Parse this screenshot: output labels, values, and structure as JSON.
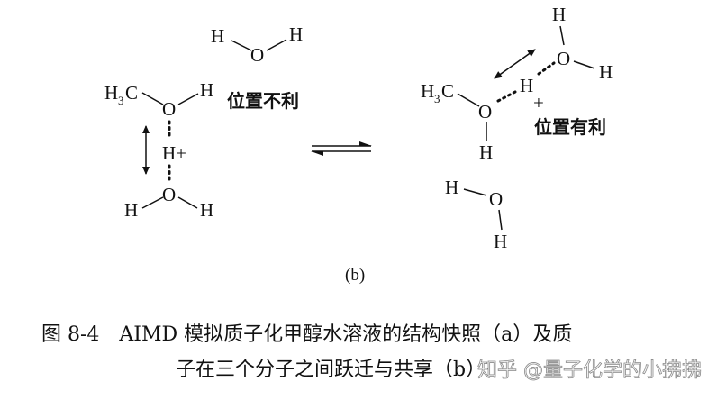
{
  "figure": {
    "panel_label": "(b)",
    "left_state": {
      "label": "位置不利",
      "top_water": {
        "h1": "H",
        "o": "O",
        "h2": "H"
      },
      "methanol": {
        "ch3": "H",
        "ch3_sub": "3",
        "ch3_c": "C",
        "o": "O",
        "h": "H"
      },
      "proton": "H+",
      "bottom_water": {
        "h1": "H",
        "o": "O",
        "h2": "H"
      }
    },
    "equilibrium_symbol": "⇌",
    "right_state": {
      "label": "位置有利",
      "top_water": {
        "h1": "H",
        "o": "O",
        "h2": "H"
      },
      "methanol": {
        "ch3": "H",
        "ch3_sub": "3",
        "ch3_c": "C",
        "o": "O",
        "h": "H"
      },
      "proton_h": "H",
      "proton_plus": "+",
      "bottom_water": {
        "h1": "H",
        "o": "O",
        "h2": "H"
      }
    }
  },
  "caption": {
    "line1": "图 8-4　AIMD 模拟质子化甲醇水溶液的结构快照（a）及质",
    "line2": "子在三个分子之间跃迁与共享（b）"
  },
  "watermark": "知乎 @量子化学的小拂拂"
}
